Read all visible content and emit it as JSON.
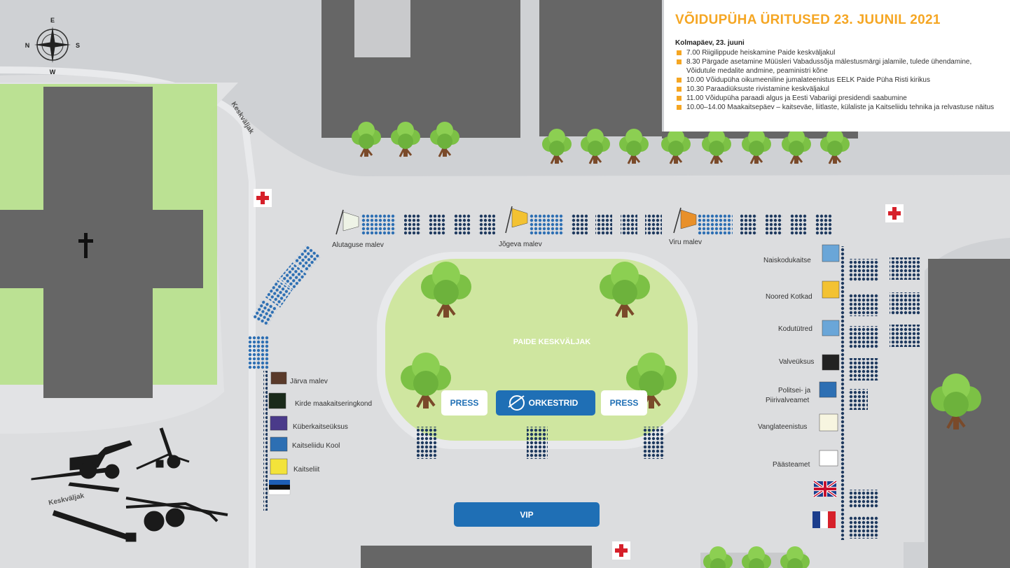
{
  "schedule": {
    "title": "VÕIDUPÜHA ÜRITUSED 23. JUUNIL 2021",
    "date": "Kolmapäev, 23. juuni",
    "items": [
      "7.00 Riigilippude heiskamine Paide keskväljakul",
      "8.30 Pärgade asetamine Müüsleri Vabadussõja mälestusmärgi jalamile, tulede ühendamine, Võidutule medalite andmine, peaministri kõne",
      "10.00 Võidupüha oikumeeniline jumalateenistus EELK Paide Püha Risti kirikus",
      "10.30 Paraadiüksuste rivistamine keskväljakul",
      "11.00 Võidupüha paraadi algus ja Eesti Vabariigi presidendi saabumine",
      "10.00–14.00 Maakaitsepäev – kaitseväe, liitlaste, külaliste ja Kaitseliidu tehnika ja relvastuse näitus"
    ]
  },
  "compass": {
    "n": "E",
    "e": "S",
    "s": "W",
    "w": "N"
  },
  "streets": {
    "north": "Keskväljak",
    "south": "Keskväljak"
  },
  "square": {
    "name": "PAIDE KESKVÄLJAK",
    "press_left": "PRESS",
    "press_right": "PRESS",
    "orchestra": "ORKESTRID",
    "vip": "VIP"
  },
  "units_top": [
    "Alutaguse malev",
    "Jõgeva malev",
    "Viru malev"
  ],
  "units_left": [
    "Järva malev",
    "Kirde maakaitseringkond",
    "Küberkaitseüksus",
    "Kaitseliidu Kool",
    "Kaitseliit"
  ],
  "units_right": [
    "Naiskodukaitse",
    "Noored Kotkad",
    "Kodutütred",
    "Valveüksus",
    "Politsei- ja",
    "Piirivalveamet",
    "Vanglateenistus",
    "Päästeamet"
  ],
  "colors": {
    "accent": "#f5a623",
    "unit_blue": "#2d6fb3",
    "dark_blue": "#1f3a5f",
    "lawn": "#cfe6a0",
    "button_blue": "#1f6fb5",
    "red_cross": "#d6202a"
  },
  "icons": [
    "compass-icon",
    "church-cross-icon",
    "red-cross-icon",
    "tree-icon",
    "flag-icon",
    "horn-icon",
    "artillery-icon"
  ]
}
